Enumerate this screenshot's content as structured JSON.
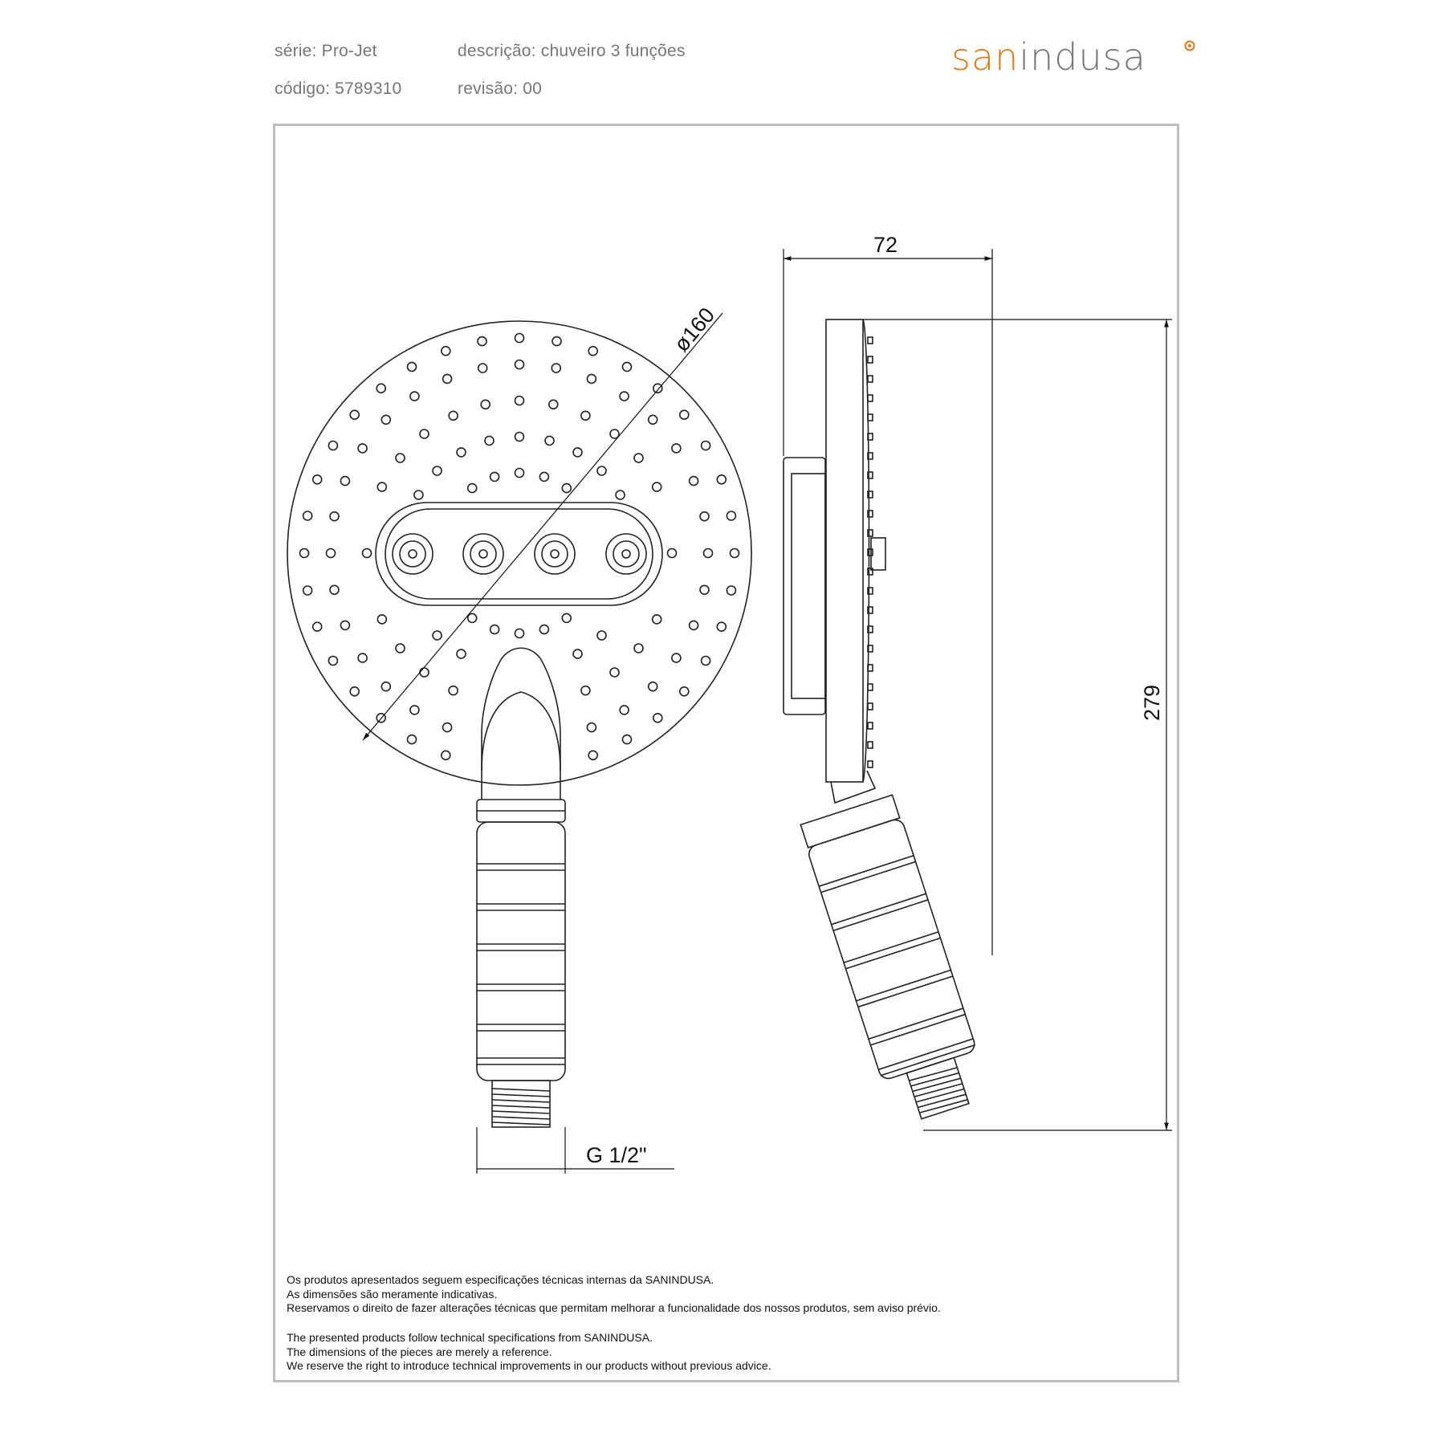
{
  "header": {
    "serie_label": "série:",
    "serie_value": "Pro-Jet",
    "descricao_label": "descrição:",
    "descricao_value": "chuveiro 3 funções",
    "codigo_label": "código:",
    "codigo_value": "5789310",
    "revisao_label": "revisão:",
    "revisao_value": "00"
  },
  "brand": {
    "logo_part1": "san",
    "logo_part2": "indusa",
    "accent_color": "#e07a1f",
    "text_color": "#777777"
  },
  "drawing": {
    "dim_diameter": "ø160",
    "dim_depth": "72",
    "dim_height": "279",
    "dim_thread": "G 1/2\""
  },
  "notes_pt": [
    "Os produtos apresentados seguem especificações técnicas internas da SANINDUSA.",
    "As dimensões são meramente indicativas.",
    "Reservamos o direito de fazer alterações técnicas que permitam melhorar a funcionalidade dos nossos produtos, sem aviso prévio."
  ],
  "notes_en": [
    "The presented products follow technical specifications from SANINDUSA.",
    "The dimensions of the pieces are merely a reference.",
    "We reserve the right to introduce technical improvements in our products without previous advice."
  ]
}
